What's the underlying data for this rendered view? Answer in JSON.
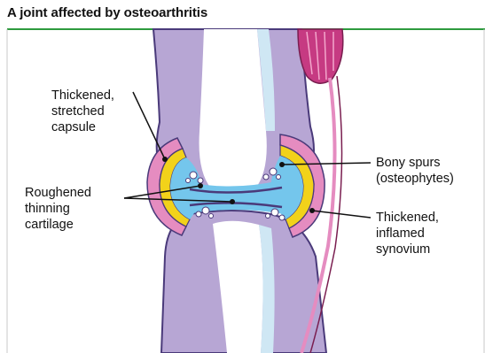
{
  "title": "A joint affected by osteoarthritis",
  "colors": {
    "frame_green": "#2e9a3e",
    "bone_purple": "#b7a6d4",
    "bone_outline": "#4a3a7a",
    "capsule_pink": "#e58cc0",
    "synovium_yellow": "#f2d21a",
    "fluid_blue": "#74c6ec",
    "muscle_magenta": "#c63a82"
  },
  "labels": {
    "capsule": [
      "Thickened,",
      "stretched",
      "capsule"
    ],
    "cartilage": [
      "Roughened",
      "thinning",
      "cartilage"
    ],
    "spurs": [
      "Bony spurs",
      "(osteophytes)"
    ],
    "synovium": [
      "Thickened,",
      "inflamed",
      "synovium"
    ]
  }
}
